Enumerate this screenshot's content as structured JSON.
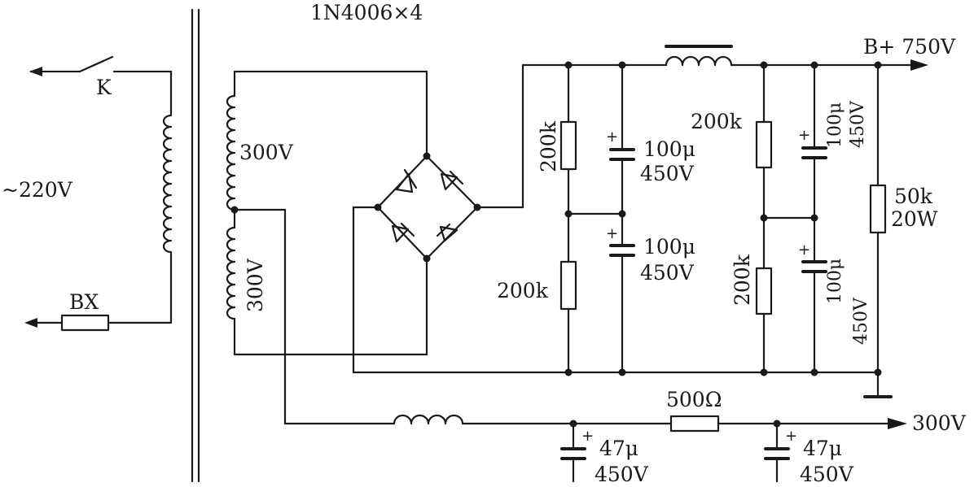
{
  "diagram": {
    "diodes_label": "1N4006×4",
    "switch_label": "K",
    "mains_label": "~220V",
    "fuse_label": "BX",
    "sec_upper_label": "300V",
    "sec_lower_label": "300V",
    "output_hv_label": "B+ 750V",
    "output_lv_label": "300V",
    "r_left_top": "200k",
    "r_left_bottom": "200k",
    "c_left_top_val": "100μ",
    "c_left_top_volt": "450V",
    "c_left_bottom_val": "100μ",
    "c_left_bottom_volt": "450V",
    "r_right_top": "200k",
    "r_right_bottom": "200k",
    "c_right_top_val": "100μ",
    "c_right_top_volt": "450V",
    "c_right_bottom_val": "100μ",
    "c_right_bottom_volt": "450V",
    "r_load_val": "50k",
    "r_load_power": "20W",
    "r_series": "500Ω",
    "c_out1_val": "47μ",
    "c_out1_volt": "450V",
    "c_out2_val": "47μ",
    "c_out2_volt": "450V",
    "plus_sign": "+"
  }
}
